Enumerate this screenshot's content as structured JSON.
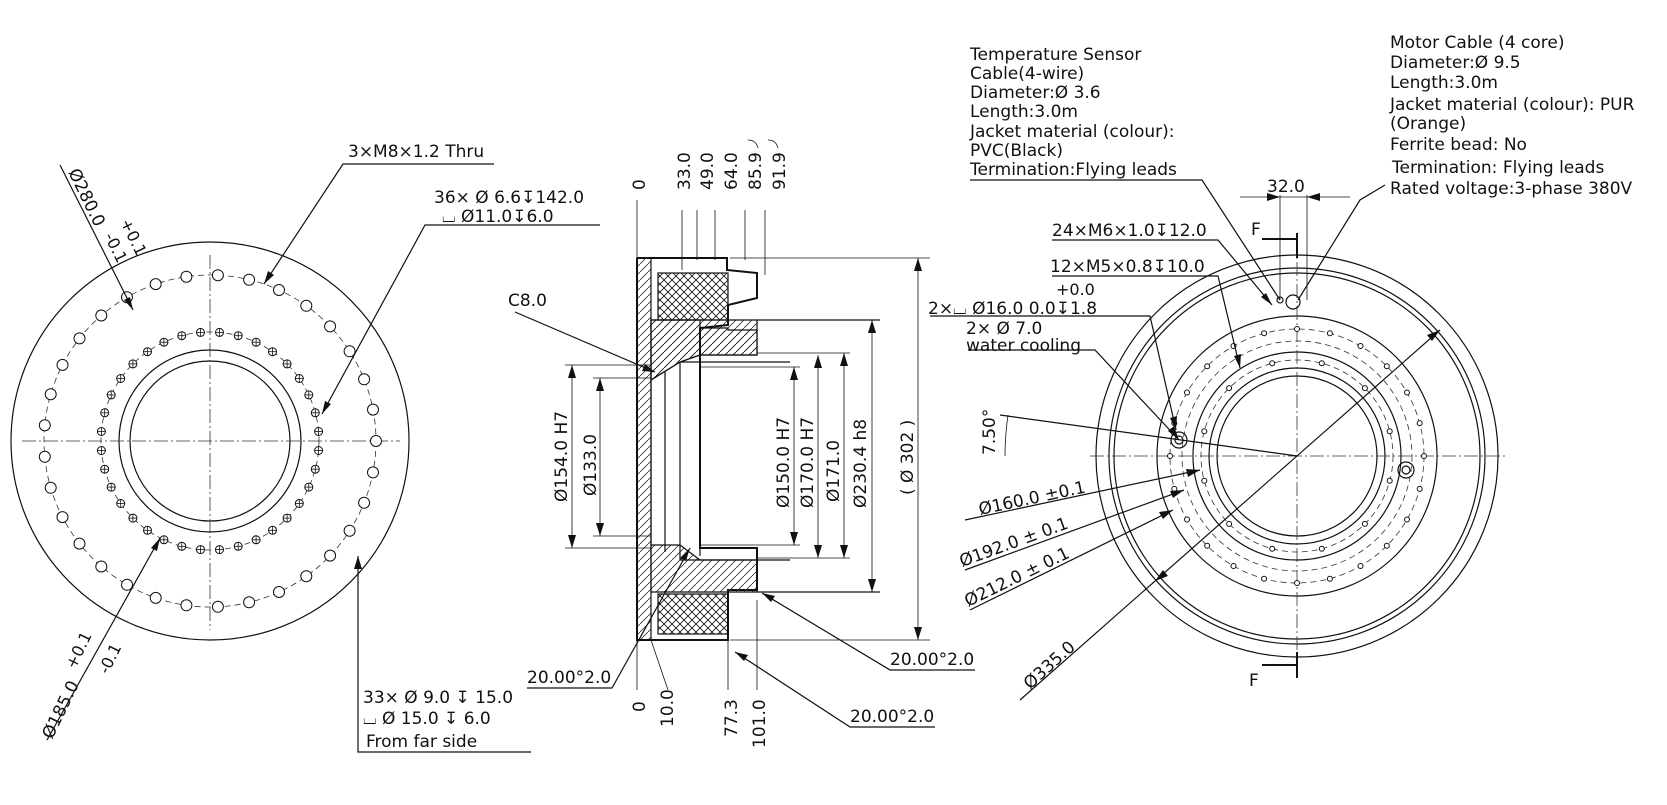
{
  "left_view": {
    "pcd_outer": [
      "Ø280.0",
      "+0.1",
      "-0.1"
    ],
    "holes_m8": "3×M8×1.2 Thru",
    "holes_66": "36× Ø 6.6↧142.0",
    "holes_66_cbore": "⌴ Ø11.0↧6.0",
    "pcd_inner": [
      "Ø185.0",
      "+0.1",
      "-0.1"
    ],
    "holes_9": "33× Ø 9.0 ↧ 15.0",
    "holes_9_cbore": "⌴ Ø 15.0 ↧ 6.0",
    "from_far_side": "From far side"
  },
  "section_view": {
    "top_dims": [
      "0",
      "33.0",
      "49.0",
      "64.0",
      "85.9",
      "91.9"
    ],
    "chamfer": "C8.0",
    "bottom_dims": [
      "0",
      "10.0",
      "77.3",
      "101.0"
    ],
    "dia_154": "Ø154.0 H7",
    "dia_133": "Ø133.0",
    "dia_150": "Ø150.0 H7",
    "dia_170": "Ø170.0 H7",
    "dia_171": "Ø171.0",
    "dia_2304": "Ø230.4 h8",
    "dia_302": "( Ø 302 )",
    "angle_left": "20.00°2.0",
    "angle_right_top": "20.00°2.0",
    "angle_right_bottom": "20.00°2.0"
  },
  "right_view": {
    "temp_sensor": [
      "Temperature Sensor",
      "Cable(4-wire)",
      "Diameter:Ø 3.6",
      "Length:3.0m",
      "Jacket material (colour):",
      "PVC(Black)",
      "Termination:Flying  leads"
    ],
    "motor_cable": [
      "Motor Cable (4 core)",
      "Diameter:Ø 9.5",
      "Length:3.0m",
      "Jacket material (colour): PUR",
      "(Orange)",
      "Ferrite bead: No",
      "Termination:  Flying leads",
      "Rated voltage:3-phase 380V"
    ],
    "dim_32": "32.0",
    "section_f_top": "F",
    "section_f_bottom": "F",
    "holes_m6": "24×M6×1.0↧12.0",
    "holes_m5": "12×M5×0.8↧10.0",
    "tol_plus": "+0.0",
    "cbore_16": "2×⌴ Ø16.0  0.0↧1.8",
    "hole_7": "2× Ø 7.0",
    "water_cooling": "water cooling",
    "angle_750": "7.50°",
    "dia_160": "Ø160.0 ±0.1",
    "dia_192": "Ø192.0 ± 0.1",
    "dia_212": "Ø212.0 ± 0.1",
    "dia_335": "Ø335.0"
  }
}
